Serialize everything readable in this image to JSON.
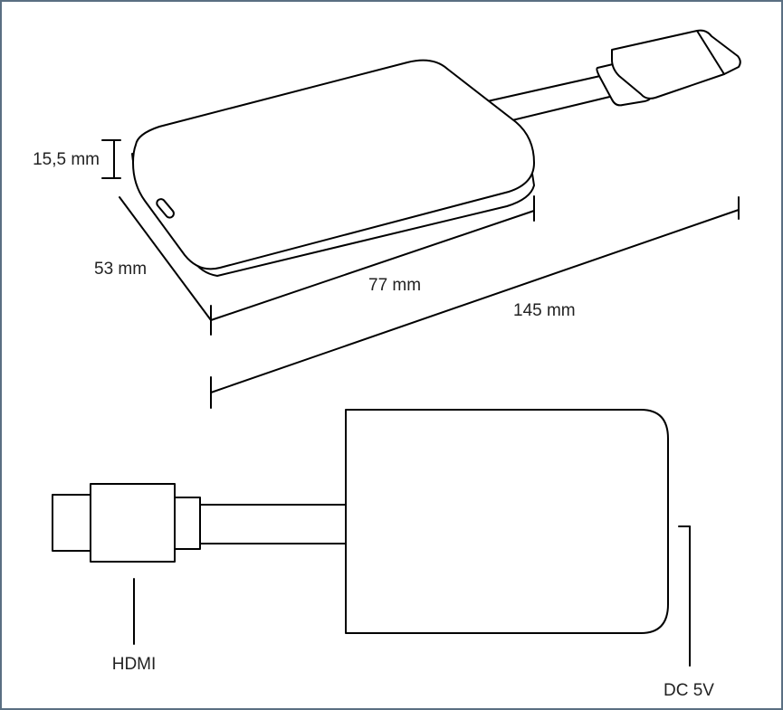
{
  "colors": {
    "border": "#5a6f82",
    "line": "#000000",
    "background": "#ffffff"
  },
  "dimensions": {
    "height": "15,5 mm",
    "width": "53 mm",
    "body_length": "77 mm",
    "total_length": "145 mm"
  },
  "ports": {
    "hdmi": "HDMI",
    "power": "DC 5V"
  }
}
